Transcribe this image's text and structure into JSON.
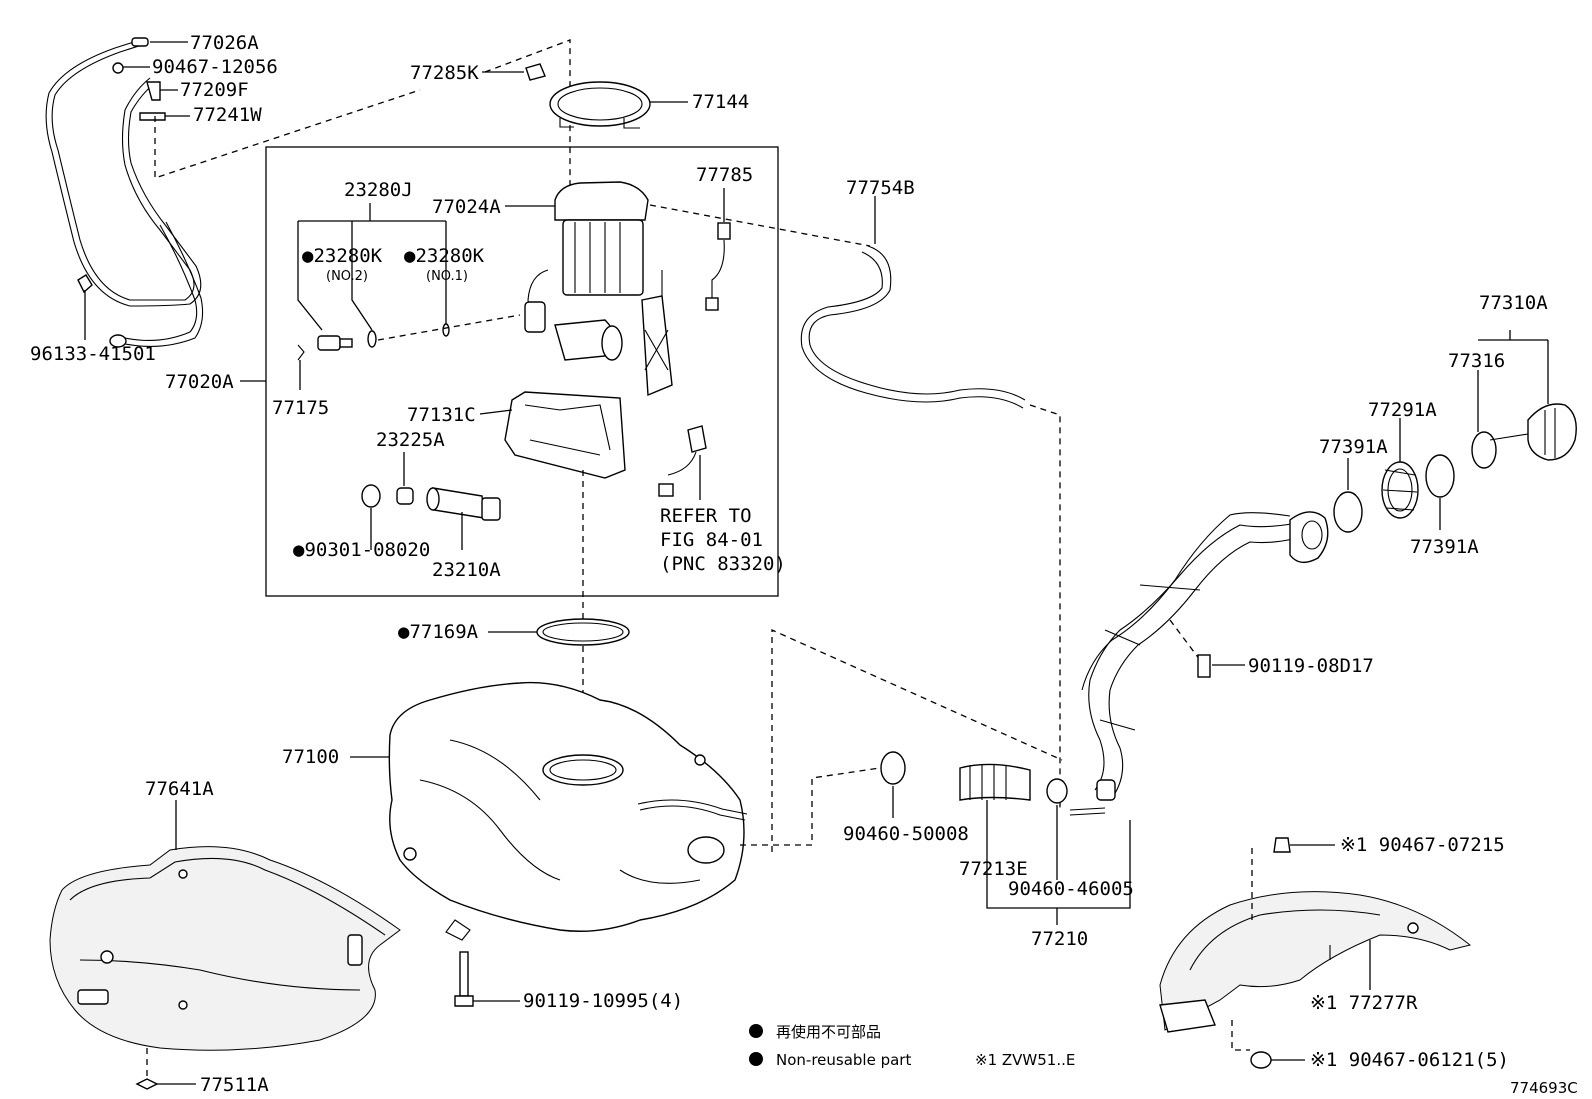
{
  "labels": {
    "p77026A": "77026A",
    "p90467_12056": "90467-12056",
    "p77209F": "77209F",
    "p77241W": "77241W",
    "p96133_41501": "96133-41501",
    "p77285K": "77285K",
    "p77144": "77144",
    "p23280J": "23280J",
    "p77024A": "77024A",
    "p77785": "77785",
    "p23280K_2": "●23280K",
    "p23280K_2_sub": "(NO.2)",
    "p23280K_1": "●23280K",
    "p23280K_1_sub": "(NO.1)",
    "p77020A": "77020A",
    "p77175": "77175",
    "p77131C": "77131C",
    "p23225A": "23225A",
    "p90301_08020": "●90301-08020",
    "p23210A": "23210A",
    "refer1": "REFER TO",
    "refer2": "FIG 84-01",
    "refer3": "(PNC 83320)",
    "p77754B": "77754B",
    "p77310A": "77310A",
    "p77316": "77316",
    "p77291A": "77291A",
    "p77391A_a": "77391A",
    "p77391A_b": "77391A",
    "p90119_08D17": "90119-08D17",
    "p77169A": "●77169A",
    "p77100": "77100",
    "p77641A": "77641A",
    "p90460_50008": "90460-50008",
    "p77213E": "77213E",
    "p90460_46005": "90460-46005",
    "p77210": "77210",
    "p90467_07215": "※1 90467-07215",
    "p77277R": "※1 77277R",
    "p90119_10995": "90119-10995(4)",
    "p90467_06121": "※1 90467-06121(5)",
    "p77511A": "77511A"
  },
  "legend": {
    "line1": "再使用不可部品",
    "line2": "Non-reusable part",
    "note": "※1 ZVW51..E"
  },
  "figure_id": "774693C"
}
